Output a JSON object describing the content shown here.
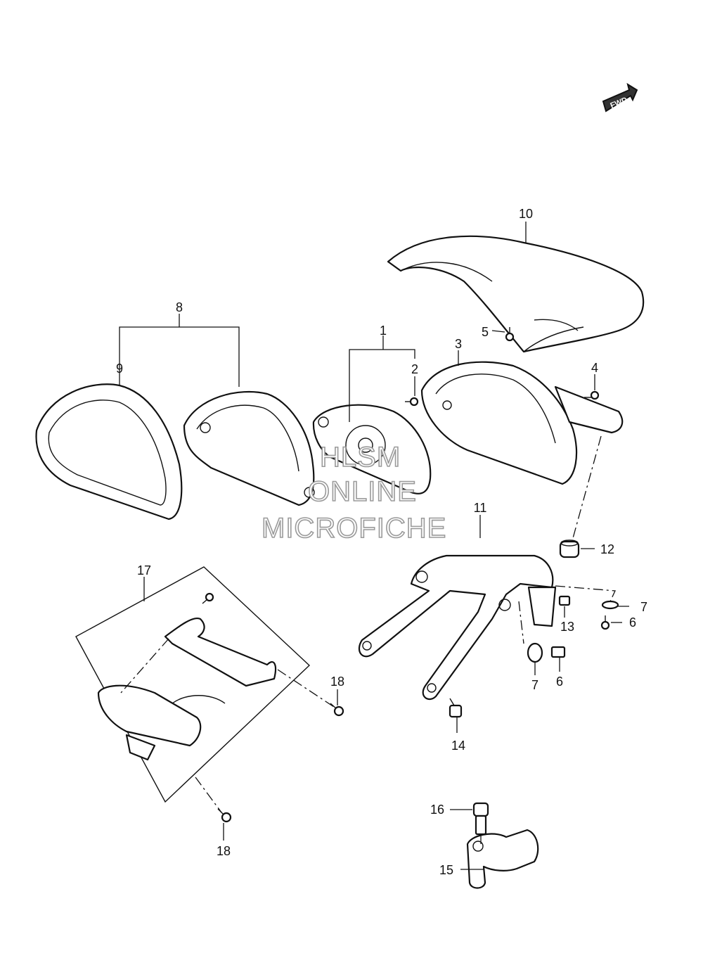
{
  "direction_badge": "FWD",
  "watermark": [
    "HLSM",
    "ONLINE",
    "MICROFICHE"
  ],
  "callouts": [
    "1",
    "2",
    "3",
    "4",
    "5",
    "6",
    "6",
    "7",
    "7",
    "8",
    "9",
    "10",
    "11",
    "12",
    "13",
    "14",
    "15",
    "16",
    "17",
    "18",
    "18"
  ]
}
